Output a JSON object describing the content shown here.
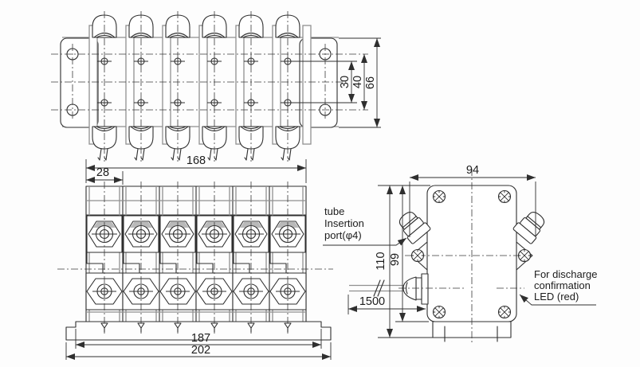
{
  "colors": {
    "line": "#2f2f2f",
    "secondary_line": "#909090",
    "background": "#fdfdfd",
    "nut_shade": "#b9b9b9"
  },
  "top_view": {
    "dim_hole_span": "30",
    "dim_bracket_hole_span": "40",
    "dim_depth": "66"
  },
  "front_view": {
    "dim_body_width": "168",
    "dim_unit_pitch": "28",
    "dim_base_inner": "187",
    "dim_base_outer": "202"
  },
  "side_view": {
    "dim_port_span": "94",
    "dim_total_height": "110",
    "dim_body_height": "99",
    "dim_cable_length": "1500",
    "tube_port_label": {
      "line1": "tube",
      "line2": "Insertion",
      "line3": "port(φ4)"
    },
    "led_label": {
      "line1": "For discharge",
      "line2": "confirmation",
      "line3": "LED (red)"
    }
  }
}
